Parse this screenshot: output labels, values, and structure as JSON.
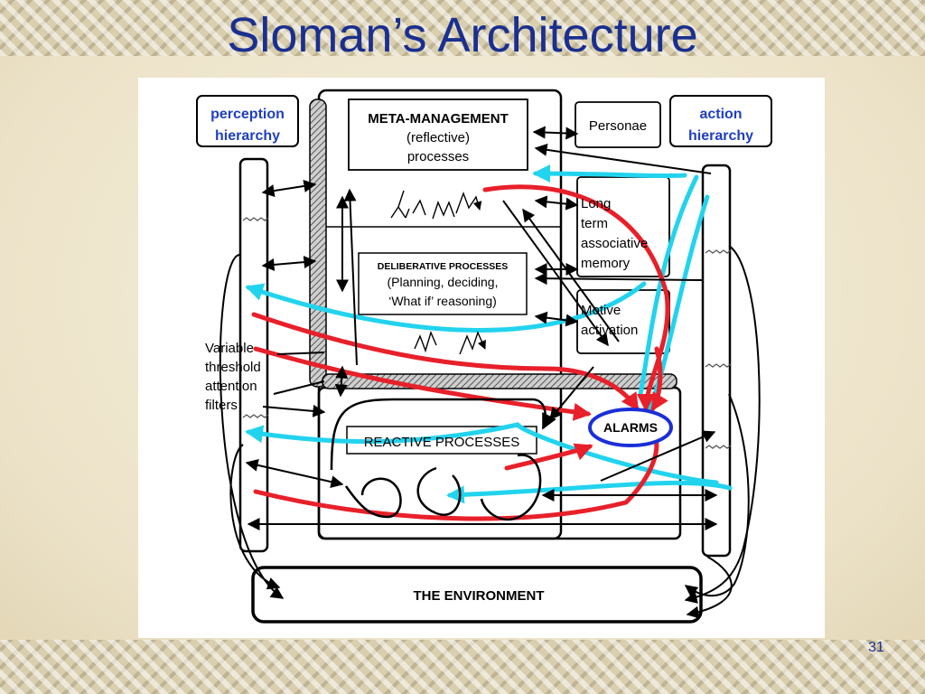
{
  "slide": {
    "title": "Sloman’s Architecture",
    "page_number": "31"
  },
  "diagram": {
    "perception_label": [
      "perception",
      "hierarchy"
    ],
    "action_label": [
      "action",
      "hierarchy"
    ],
    "meta_label": [
      "META-MANAGEMENT",
      "(reflective)",
      "processes"
    ],
    "personae_label": "Personae",
    "memory_label": [
      "Long",
      "term",
      "associative",
      "memory"
    ],
    "deliberative_label": [
      "DELIBERATIVE PROCESSES",
      "(Planning, deciding,",
      "‘What if’ reasoning)"
    ],
    "motive_label": [
      "Motive",
      "activation"
    ],
    "filters_label": [
      "Variable",
      "threshold",
      "attention",
      "filters"
    ],
    "alarms_label": "ALARMS",
    "reactive_label": "REACTIVE PROCESSES",
    "environment_label": "THE ENVIRONMENT"
  },
  "colors": {
    "title": "#1a2f8f",
    "alarm_path": "#e8202a",
    "info_path": "#22d3ee",
    "label_blue": "#1f3fbf",
    "alarm_ellipse": "#1a2fd8"
  }
}
